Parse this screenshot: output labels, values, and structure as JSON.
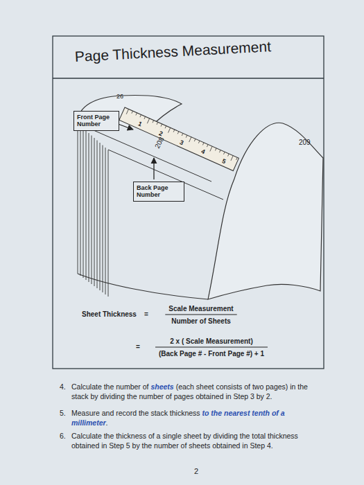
{
  "diagram": {
    "title": "Page Thickness Measurement",
    "nodes": [
      {
        "text": [
          "Front Page Number"
        ]
      },
      {
        "text": [
          "Back Page Number"
        ]
      }
    ],
    "labels": [
      "26",
      "208",
      "209",
      "1",
      "2",
      "3",
      "4",
      "5",
      "Sheet Thickness",
      "=",
      "Scale Measurement",
      "Number of Sheets",
      "=",
      "2 x ( Scale Measurement)",
      "(Back Page # - Front Page #) + 1",
      "4.",
      "Calculate the number of",
      "sheets",
      "(each sheet consists of two pages) in the stack by dividing the number of pages obtained in Step 3 by 2.",
      "5.",
      "Measure and record the stack thickness",
      "to the nearest tenth of a millimeter",
      ".",
      "6.",
      "Calculate the thickness of a single sheet by dividing the total thickness obtained in Step 5 by the number of sheets obtained in Step 4.",
      "2"
    ]
  }
}
